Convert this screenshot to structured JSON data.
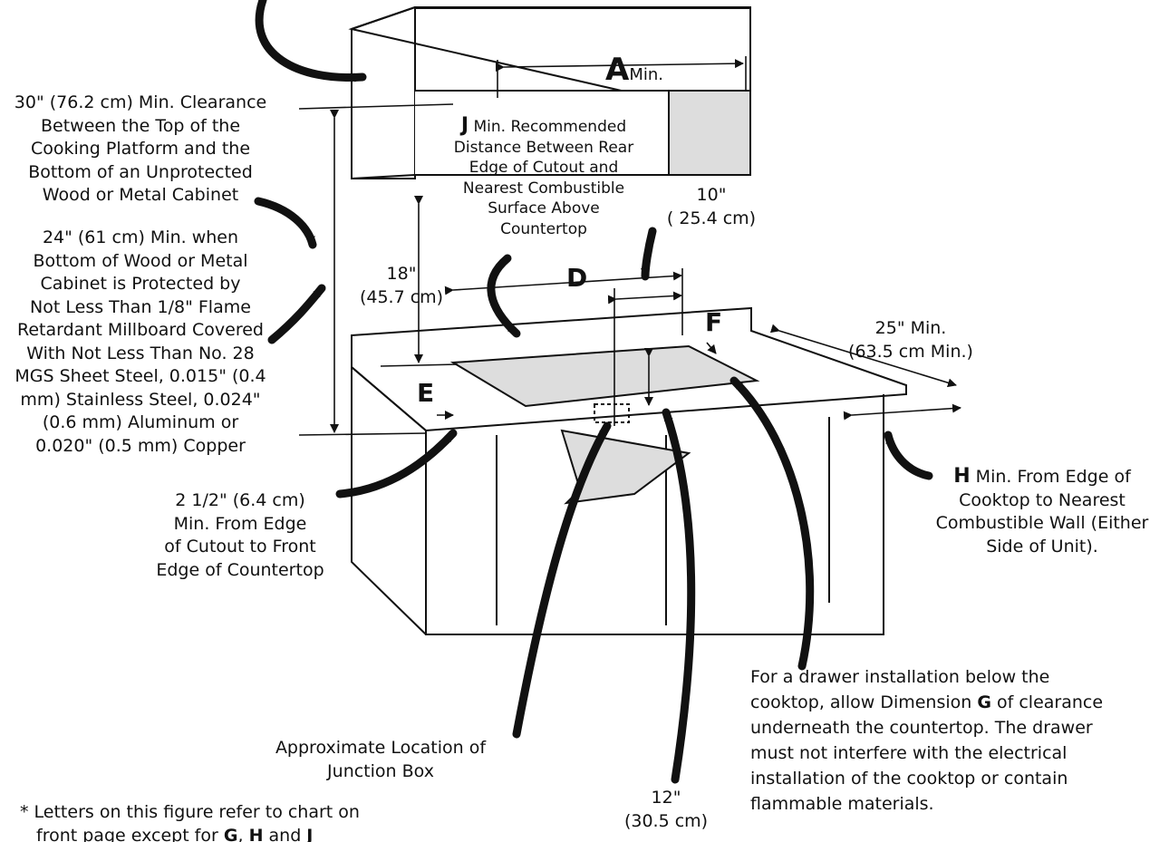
{
  "letters": {
    "A": "A",
    "A_sub": "Min.",
    "D": "D",
    "E": "E",
    "F": "F"
  },
  "notes": {
    "clearance30": [
      "30\" (76.2 cm) Min. Clearance",
      "Between the Top of the",
      "Cooking Platform and the",
      "Bottom of an Unprotected",
      "Wood or Metal Cabinet"
    ],
    "clearance24": [
      "24\" (61 cm) Min. when",
      "Bottom of Wood or Metal",
      "Cabinet is Protected by",
      "Not Less Than 1/8\" Flame",
      "Retardant Millboard Covered",
      "With Not Less Than No. 28",
      "MGS Sheet Steel, 0.015\" (0.4",
      "mm) Stainless Steel, 0.024\"",
      "(0.6 mm) Aluminum or",
      "0.020\" (0.5 mm) Copper"
    ],
    "j_letter": "J",
    "j_first": " Min. Recommended",
    "j_rest": [
      "Distance Between Rear",
      "Edge of Cutout and",
      "Nearest Combustible",
      "Surface Above",
      "Countertop"
    ],
    "ten_inch": [
      "10\"",
      "( 25.4 cm)"
    ],
    "eighteen_inch": [
      "18\"",
      "(45.7 cm)"
    ],
    "twentyfive": [
      "25\" Min.",
      "(63.5 cm Min.)"
    ],
    "h_letter": "H",
    "h_first": " Min. From Edge of",
    "h_rest": [
      "Cooktop to Nearest",
      "Combustible Wall (Either",
      "Side of Unit)."
    ],
    "two_half": [
      "2 1/2\" (6.4 cm)",
      "Min. From Edge",
      "of Cutout to Front",
      "Edge of Countertop"
    ],
    "junction": [
      "Approximate Location of",
      "Junction Box"
    ],
    "twelve": [
      "12\"",
      "(30.5 cm)"
    ],
    "drawer_l1": "For a drawer installation below the",
    "drawer_l2a": "cooktop, allow Dimension ",
    "drawer_l2b": "G",
    "drawer_l2c": " of clearance",
    "drawer_rest": [
      "underneath the countertop. The drawer",
      "must not interfere with the electrical",
      "installation of the cooktop or contain",
      "flammable materials."
    ],
    "footnote_l1": "* Letters on this figure refer to chart on",
    "footnote_l2a": "front page except for ",
    "footnote_g": "G",
    "footnote_comma": ", ",
    "footnote_h": "H",
    "footnote_and": " and ",
    "footnote_j": "J"
  }
}
